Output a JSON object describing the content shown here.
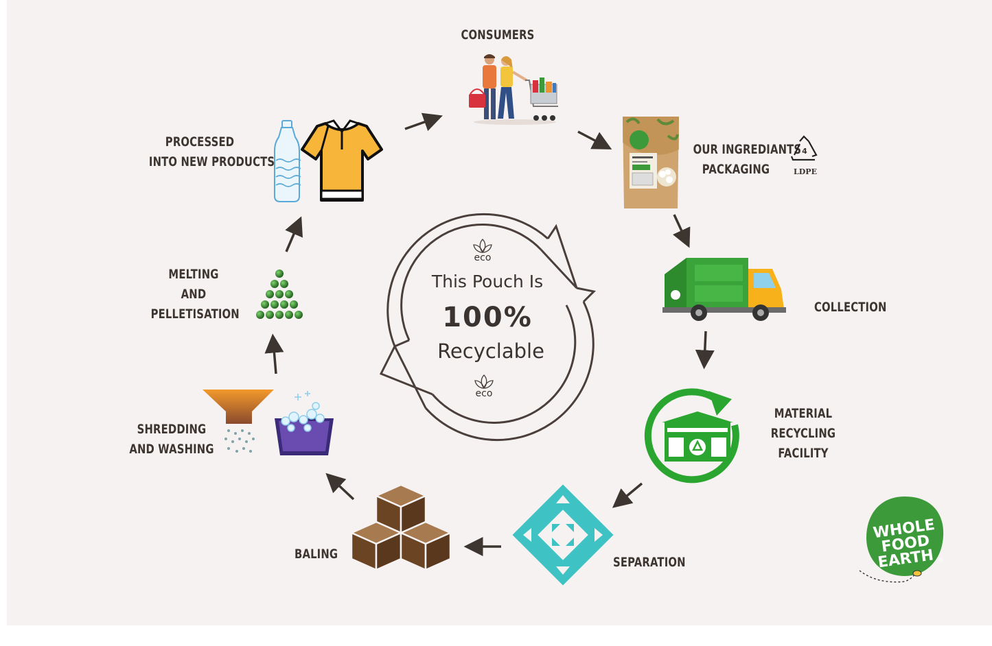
{
  "center": {
    "eco_top": "eco",
    "line1": "This Pouch Is",
    "percent": "100%",
    "line2": "Recyclable",
    "eco_bottom": "eco"
  },
  "stages": {
    "consumers": [
      "CONSUMERS"
    ],
    "packaging": [
      "OUR INGREDIANTS",
      "PACKAGING"
    ],
    "collection": [
      "COLLECTION"
    ],
    "facility": [
      "MATERIAL",
      "RECYCLING",
      "FACILITY"
    ],
    "separation": [
      "SEPARATION"
    ],
    "baling": [
      "BALING"
    ],
    "shredding": [
      "SHREDDING",
      "AND WASHING"
    ],
    "melting": [
      "MELTING",
      "AND",
      "PELLETISATION"
    ],
    "processed": [
      "PROCESSED",
      "INTO NEW PRODUCTS"
    ]
  },
  "ldpe": {
    "number": "4",
    "code": "LDPE"
  },
  "logo": {
    "lines": [
      "WHOLE",
      "FOOD",
      "EARTH"
    ],
    "mark": "®"
  },
  "colors": {
    "text": "#3d3530",
    "circle": "#4a3f3a",
    "green": "#2aa52f",
    "brown": "#6b4424",
    "teal": "#3ec2c4",
    "orange": "#f0932b",
    "logo_green": "#3c9a3a"
  }
}
